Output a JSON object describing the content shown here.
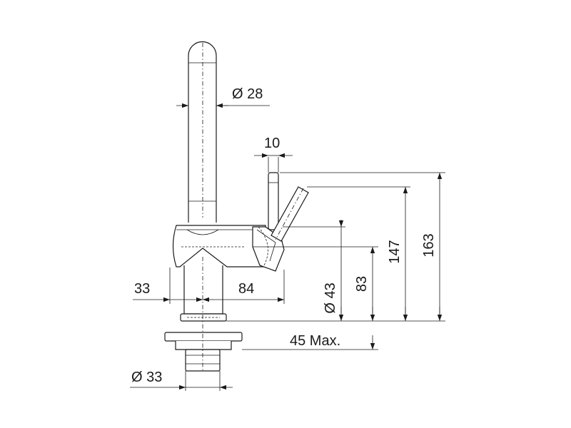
{
  "dimensions": {
    "spout_diameter": "Ø 28",
    "lever_width": "10",
    "total_height": "163",
    "spout_height": "147",
    "outlet_height": "83",
    "base_diameter": "Ø 43",
    "reach": "84",
    "rear_offset": "33",
    "max_thickness": "45 Max.",
    "connection_diameter": "Ø 33"
  },
  "colors": {
    "line": "#1a1a1a",
    "background": "#ffffff"
  }
}
